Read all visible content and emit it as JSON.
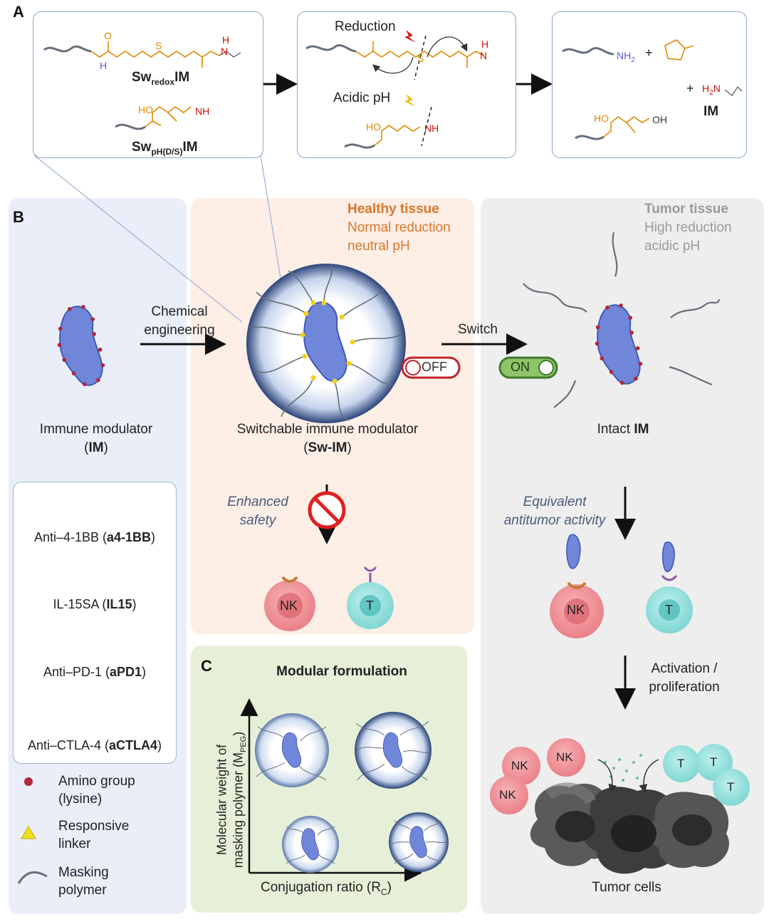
{
  "panelA": {
    "letter": "A",
    "box1": {
      "redox_label": "Sw",
      "redox_sub": "redox",
      "redox_suffix": "IM",
      "ph_label": "Sw",
      "ph_sub": "pH(D/S)",
      "ph_suffix": "IM",
      "chem_H": "H",
      "chem_O": "O",
      "chem_S": "S",
      "chem_N": "N",
      "chem_HO": "HO",
      "chem_NH": "NH"
    },
    "box2": {
      "reduction": "Reduction",
      "acidic": "Acidic pH"
    },
    "box3": {
      "nh2": "NH",
      "nh2_sub": "2",
      "plus": "+",
      "h2n": "H",
      "h2n_sub": "2",
      "h2n_n": "N",
      "im": "IM",
      "ho": "HO",
      "oh": "OH"
    }
  },
  "panelB": {
    "letter": "B",
    "healthy": {
      "title": "Healthy tissue",
      "line1": "Normal reduction",
      "line2": "neutral pH"
    },
    "tumor": {
      "title": "Tumor tissue",
      "line1": "High reduction",
      "line2": "acidic pH"
    },
    "chemical_engineering": [
      "Chemical",
      "engineering"
    ],
    "switch": "Switch",
    "off": "OFF",
    "on": "ON",
    "immune_modulator": "Immune modulator",
    "im_abbr": "IM",
    "switchable": "Switchable immune modulator",
    "swim_abbr": "Sw-IM",
    "intact": "Intact",
    "intact_abbr": "IM",
    "enhanced_safety": [
      "Enhanced",
      "safety"
    ],
    "equivalent": [
      "Equivalent",
      "antitumor activity"
    ],
    "activation": [
      "Activation /",
      "proliferation"
    ],
    "nk": "NK",
    "t": "T",
    "tumor_cells": "Tumor cells",
    "legend": [
      {
        "prefix": "Anti–4-1BB (",
        "bold": "a4-1BB",
        "suffix": ")"
      },
      {
        "prefix": "IL-15SA (",
        "bold": "IL15",
        "suffix": ")"
      },
      {
        "prefix": "Anti–PD-1 (",
        "bold": "aPD1",
        "suffix": ")"
      },
      {
        "prefix": "Anti–CTLA-4 (",
        "bold": "aCTLA4",
        "suffix": ")"
      }
    ],
    "key": [
      [
        "Amino group",
        "(lysine)"
      ],
      [
        "Responsive",
        "linker"
      ],
      [
        "Masking",
        "polymer"
      ]
    ]
  },
  "panelC": {
    "letter": "C",
    "title": "Modular formulation",
    "ylabel_line1": "Molecular weight of",
    "ylabel_line2": "masking polymer (M",
    "ylabel_sub": "PEG",
    "ylabel_end": ")",
    "xlabel": "Conjugation ratio (R",
    "xlabel_sub": "C",
    "xlabel_end": ")"
  },
  "colors": {
    "protein": "#6f86d9",
    "protein_edge": "#3e55b5",
    "amino": "#b0283a",
    "linker": "#f2d21c",
    "polymer": "#666f7a",
    "nk": "#f08f96",
    "t": "#8fe0dc",
    "healthy_bg": "#fdeee6",
    "tumor_bg": "#eeeeee",
    "left_bg": "#e9eef8",
    "c_bg": "#e6f0d8"
  }
}
